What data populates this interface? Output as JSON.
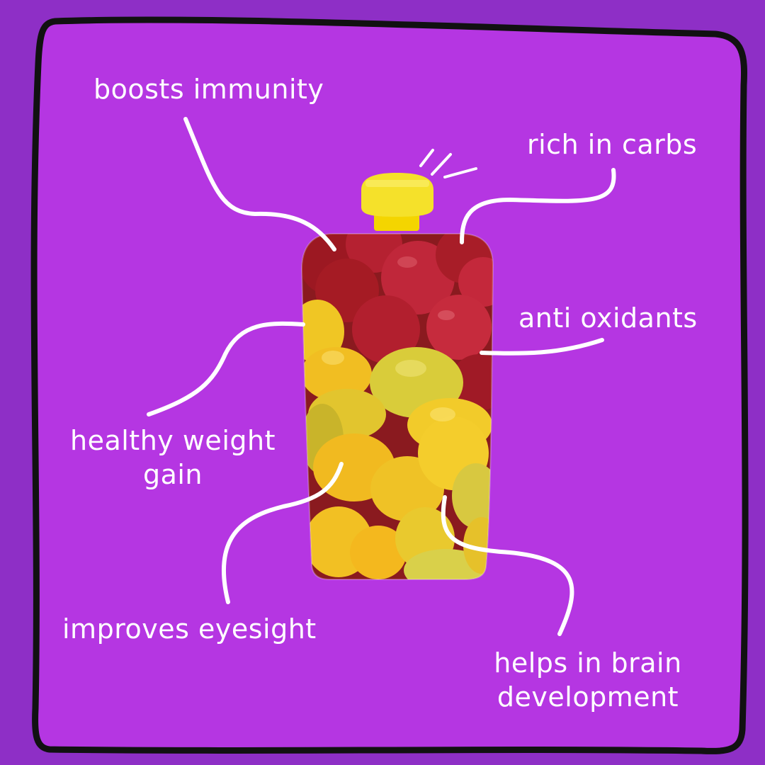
{
  "colors": {
    "background": "#8e2fc6",
    "panel": "#b536e2",
    "border": "#111111",
    "text": "#ffffff",
    "cap": "#f2df1c",
    "apple": "#b31e2a",
    "mango": "#e9c12d"
  },
  "benefits": [
    {
      "id": "immunity",
      "lines": [
        "boosts immunity"
      ]
    },
    {
      "id": "carbs",
      "lines": [
        "rich in carbs"
      ]
    },
    {
      "id": "antioxidants",
      "lines": [
        "anti oxidants"
      ]
    },
    {
      "id": "weight",
      "lines": [
        "healthy weight",
        "gain"
      ]
    },
    {
      "id": "eyesight",
      "lines": [
        "improves eyesight"
      ]
    },
    {
      "id": "brain",
      "lines": [
        "helps in brain",
        "development"
      ]
    }
  ],
  "product": {
    "icon": "fruit-puree-pouch-icon",
    "fruits": [
      "apple",
      "mango"
    ]
  }
}
